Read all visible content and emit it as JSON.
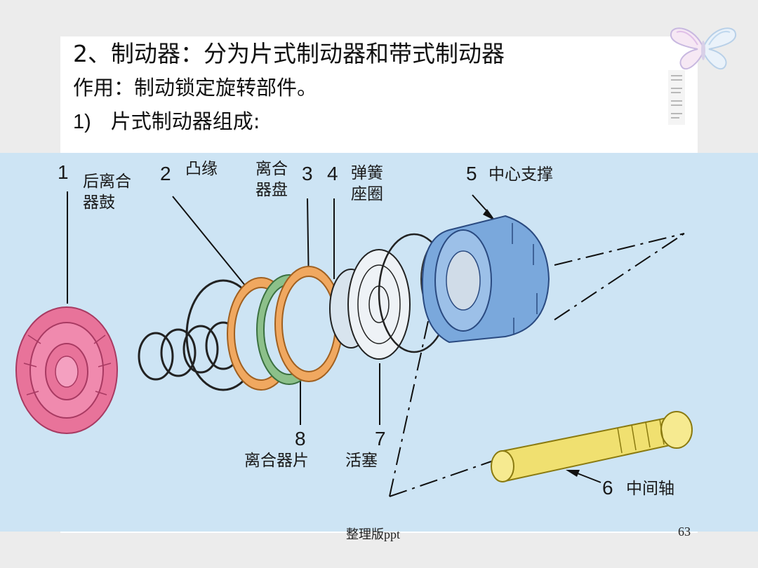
{
  "slide": {
    "title": "2、制动器：分为片式制动器和带式制动器",
    "subtitle": "作用：制动锁定旋转部件。",
    "section_num": "1)",
    "section_title": "片式制动器组成:"
  },
  "labels": {
    "n1": "1",
    "p1": "后离合\n器鼓",
    "n2": "2",
    "p2": "凸缘",
    "p3_4": "离合\n器盘",
    "n3": "3",
    "n4": "4",
    "p4b": "弹簧\n座圈",
    "n5": "5",
    "p5": "中心支撑",
    "n6": "6",
    "p6": "中间轴",
    "n7": "7",
    "p7": "活塞",
    "n8": "8",
    "p8": "离合器片"
  },
  "footer": {
    "center_text": "整理版ppt",
    "page_number": "63"
  },
  "colors": {
    "diagram_bg": "#cde4f4",
    "drum": "#e8739a",
    "plate_orange": "#f0a860",
    "plate_green": "#8cc08a",
    "support_blue": "#7aa8dc",
    "shaft_yellow": "#f0e070"
  },
  "icons": {
    "decoration": "butterfly-icon"
  }
}
